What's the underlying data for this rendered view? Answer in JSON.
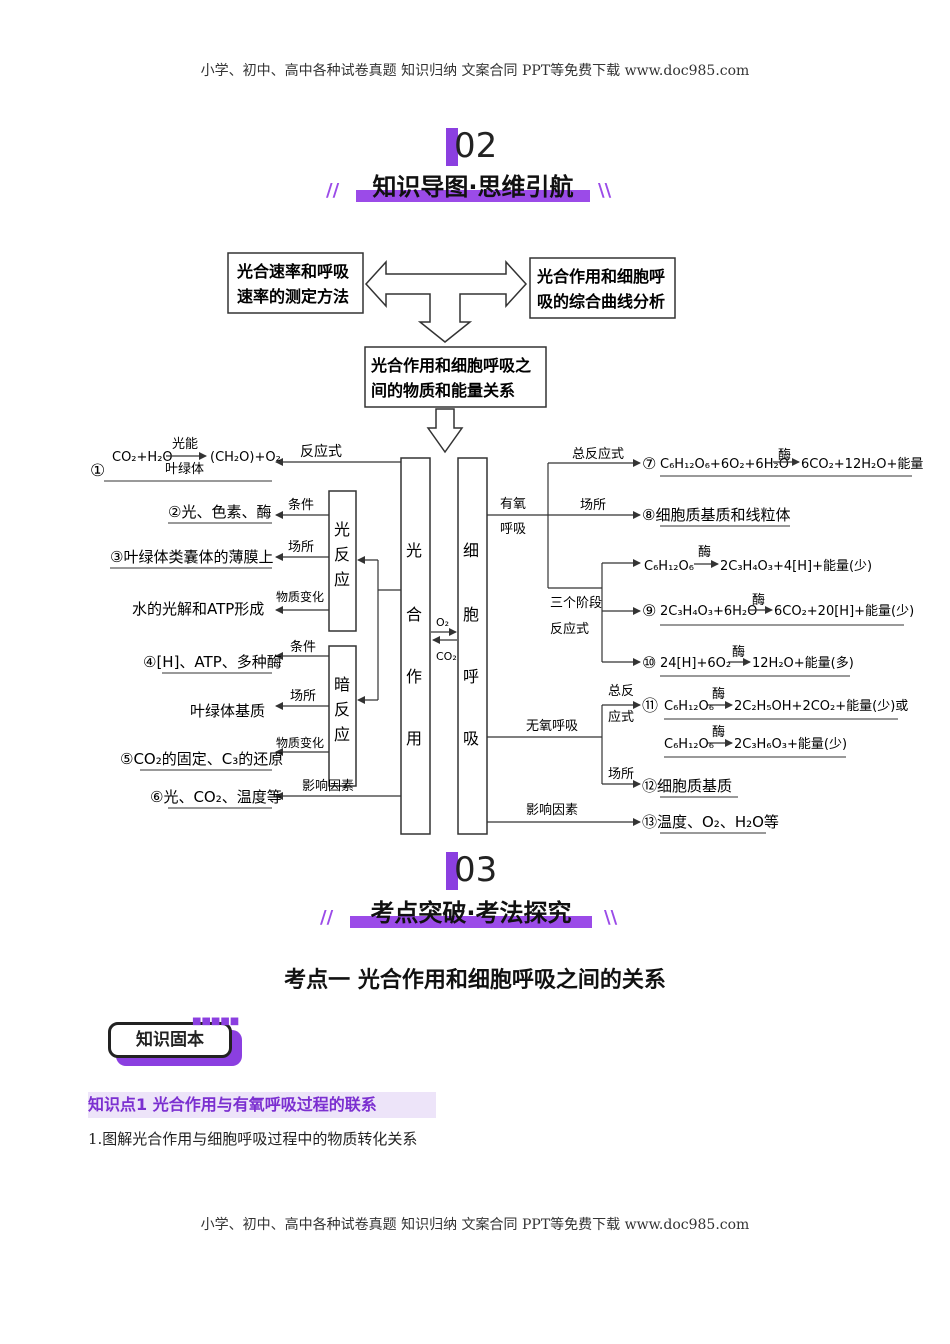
{
  "header": {
    "text": "小学、初中、高中各种试卷真题  知识归纳  文案合同  PPT等免费下载      www.doc985.com"
  },
  "footer": {
    "text": "小学、初中、高中各种试卷真题  知识归纳  文案合同  PPT等免费下载      www.doc985.com"
  },
  "section2": {
    "number": "02",
    "title": "知识导图·思维引航"
  },
  "section3": {
    "number": "03",
    "title": "考点突破·考法探究"
  },
  "map": {
    "box_left": [
      "光合速率和呼吸",
      "速率的测定方法"
    ],
    "box_right": [
      "光合作用和细胞呼",
      "吸的综合曲线分析"
    ],
    "box_center": [
      "光合作用和细胞呼吸之",
      "间的物质和能量关系"
    ],
    "col_photo": [
      "光",
      "合",
      "作",
      "用"
    ],
    "col_resp": [
      "细",
      "胞",
      "呼",
      "吸"
    ],
    "light_reaction": [
      "光",
      "反",
      "应"
    ],
    "dark_reaction": [
      "暗",
      "反",
      "应"
    ],
    "o2": "O₂",
    "co2": "CO₂",
    "left": {
      "reaction_label": "反应式",
      "eq1_num": "①",
      "eq1_left": "CO₂+H₂O",
      "eq1_top": "光能",
      "eq1_bottom": "叶绿体",
      "eq1_right": "(CH₂O)+O₂",
      "cond_label": "条件",
      "item2": "②光、色素、酶",
      "place_label": "场所",
      "item3": "③叶绿体类囊体的薄膜上",
      "change_label": "物质变化",
      "item_water": "水的光解和ATP形成",
      "cond_label2": "条件",
      "item4": "④[H]、ATP、多种酶",
      "place_label2": "场所",
      "item_stroma": "叶绿体基质",
      "change_label2": "物质变化",
      "item5": "⑤CO₂的固定、C₃的还原",
      "factor_label": "影响因素",
      "item6": "⑥光、CO₂、温度等"
    },
    "right": {
      "total_label": "总反应式",
      "item7_num": "⑦",
      "item7_left": "C₆H₁₂O₆+6O₂+6H₂O",
      "item7_enzyme": "酶",
      "item7_right": "6CO₂+12H₂O+能量",
      "aerobic_1": "有氧",
      "aerobic_2": "呼吸",
      "place_label": "场所",
      "item8": "⑧细胞质基质和线粒体",
      "stage_1": "三个阶段",
      "stage_2": "反应式",
      "stage1_left": "C₆H₁₂O₆",
      "stage1_enzyme": "酶",
      "stage1_right": "2C₃H₄O₃+4[H]+能量(少)",
      "item9_num": "⑨",
      "item9_left": "2C₃H₄O₃+6H₂O",
      "item9_enzyme": "酶",
      "item9_right": "6CO₂+20[H]+能量(少)",
      "item10_num": "⑩",
      "item10_left": "24[H]+6O₂",
      "item10_enzyme": "酶",
      "item10_right": "12H₂O+能量(多)",
      "anaerobic": "无氧呼吸",
      "total2_1": "总反",
      "total2_2": "应式",
      "item11_num": "⑪",
      "item11_left": "C₆H₁₂O₆",
      "item11_enzyme": "酶",
      "item11_right": "2C₂H₅OH+2CO₂+能量(少)或",
      "item11b_left": "C₆H₁₂O₆",
      "item11b_enzyme": "酶",
      "item11b_right": "2C₃H₆O₃+能量(少)",
      "place_label2": "场所",
      "item12": "⑫细胞质基质",
      "factor_label": "影响因素",
      "item13": "⑬温度、O₂、H₂O等"
    }
  },
  "kaodian": {
    "title": "考点一   光合作用和细胞呼吸之间的关系"
  },
  "badge": {
    "label": "知识固本"
  },
  "zhishidian": {
    "title": "知识点1  光合作用与有氧呼吸过程的联系"
  },
  "paragraph": {
    "text": "1.图解光合作用与细胞呼吸过程中的物质转化关系"
  }
}
